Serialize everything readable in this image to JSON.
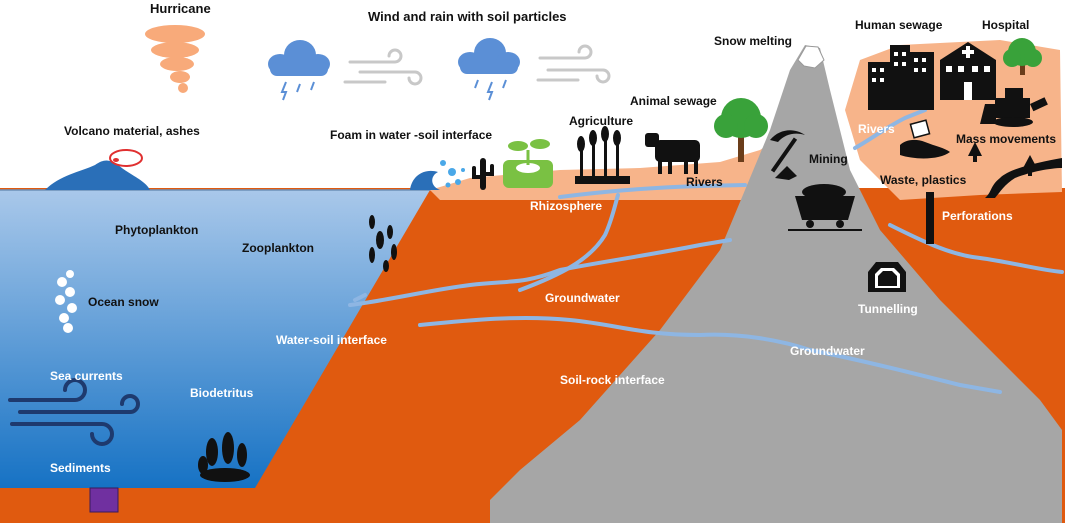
{
  "labels": {
    "hurricane": "Hurricane",
    "wind_rain": "Wind and rain with soil particles",
    "snow_melting": "Snow melting",
    "human_sewage": "Human sewage",
    "hospital": "Hospital",
    "volcano": "Volcano material, ashes",
    "foam": "Foam in water -soil interface",
    "agriculture": "Agriculture",
    "animal_sewage": "Animal sewage",
    "rivers_top": "Rivers",
    "mass_movements": "Mass movements",
    "mining": "Mining",
    "rivers_mid": "Rivers",
    "waste_plastics": "Waste, plastics",
    "rhizosphere": "Rhizosphere",
    "perforations": "Perforations",
    "phytoplankton": "Phytoplankton",
    "zooplankton": "Zooplankton",
    "ocean_snow": "Ocean snow",
    "groundwater_1": "Groundwater",
    "tunnelling": "Tunnelling",
    "water_soil": "Water-soil interface",
    "groundwater_2": "Groundwater",
    "sea_currents": "Sea currents",
    "soil_rock": "Soil-rock interface",
    "biodetritus": "Biodetritus",
    "sediments": "Sediments"
  },
  "colors": {
    "ocean_top": "#a9c8ea",
    "ocean_bottom": "#1672c4",
    "soil": "#e05a0f",
    "topsoil": "#f7b48a",
    "rock": "#a6a6a6",
    "water_line": "#8eb6e3",
    "rain_cloud": "#5b8fd6",
    "wind": "#c8c8c8",
    "hurricane": "#f8aa7a",
    "black": "#111111",
    "sediment_box": "#7030a0",
    "tree": "#39a23a"
  }
}
